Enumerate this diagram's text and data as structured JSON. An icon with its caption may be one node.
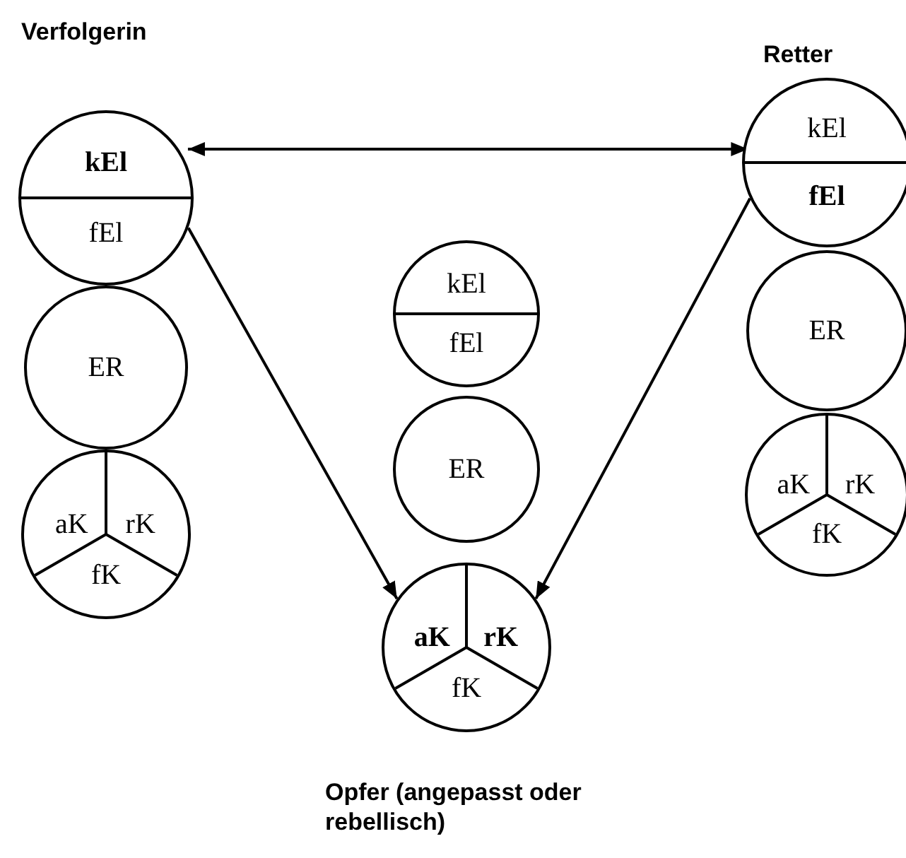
{
  "diagram": {
    "nodes": [
      {
        "text": [
          "kEl",
          "fEl"
        ]
      },
      {
        "text": [
          "ER"
        ]
      },
      {
        "text": [
          "aK",
          "rK",
          "fK"
        ]
      },
      {
        "text": [
          "kEl",
          "fEl"
        ]
      },
      {
        "text": [
          "ER"
        ]
      },
      {
        "text": [
          "aK",
          "rK",
          "fK"
        ]
      },
      {
        "text": [
          "kEl",
          "fEl"
        ]
      },
      {
        "text": [
          "ER"
        ]
      },
      {
        "text": [
          "aK",
          "rK",
          "fK"
        ]
      }
    ],
    "edges": [
      {
        "from": 0,
        "to": 6,
        "arrow": "both"
      },
      {
        "from": 0,
        "to": 5,
        "arrow": "to"
      },
      {
        "from": 6,
        "to": 5,
        "arrow": "to"
      }
    ],
    "labels": [
      "Verfolgerin",
      "Retter",
      "Opfer (angepasst oder rebellisch)"
    ]
  }
}
